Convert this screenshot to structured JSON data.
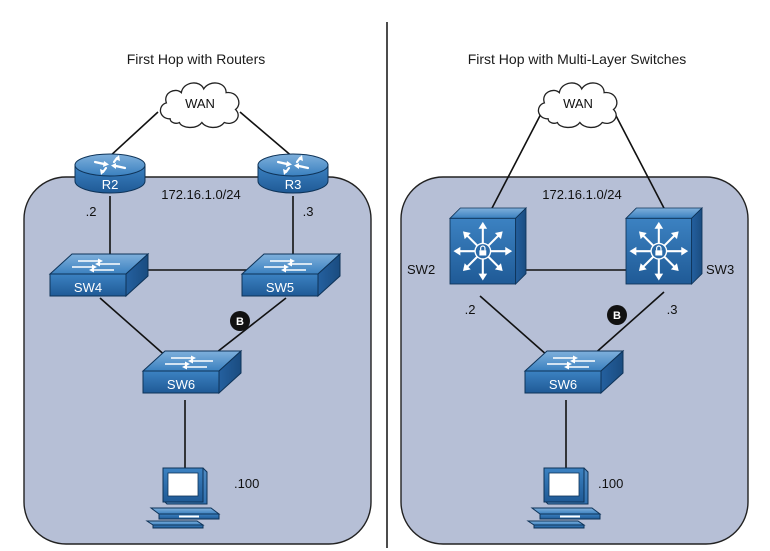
{
  "left": {
    "title": "First Hop with Routers",
    "wan": "WAN",
    "subnet": "172.16.1.0/24",
    "r2": "R2",
    "r3": "R3",
    "r2_ip": ".2",
    "r3_ip": ".3",
    "sw4": "SW4",
    "sw5": "SW5",
    "sw6": "SW6",
    "blocked": "B",
    "pc_ip": ".100"
  },
  "right": {
    "title": "First Hop with Multi-Layer Switches",
    "wan": "WAN",
    "subnet": "172.16.1.0/24",
    "sw2": "SW2",
    "sw3": "SW3",
    "sw2_ip": ".2",
    "sw3_ip": ".3",
    "sw6": "SW6",
    "blocked": "B",
    "pc_ip": ".100"
  },
  "colors": {
    "region_fill": "#b6bfd6",
    "device_blue": "#2e74b5",
    "device_dark": "#1f5289",
    "line": "#111111"
  },
  "icons": [
    "cloud-icon",
    "router-icon",
    "switch-icon",
    "multilayer-switch-icon",
    "pc-icon",
    "blocked-port-icon"
  ]
}
